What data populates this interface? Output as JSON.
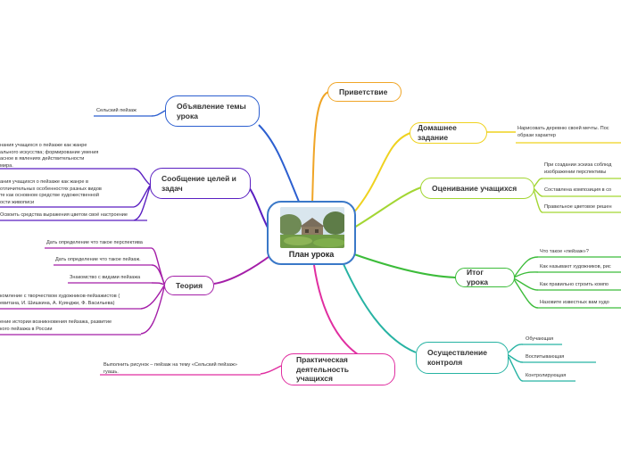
{
  "center": {
    "title": "План урока"
  },
  "topics": {
    "greeting": {
      "label": "Приветствие",
      "color": "#f0a526"
    },
    "homework": {
      "label": "Домашнее задание",
      "color": "#efd21f",
      "leaves": [
        "Нарисовать деревню своей мечты. Пос\nобрази характер"
      ]
    },
    "evaluation": {
      "label": "Оценивание учащихся",
      "color": "#a3d633",
      "leaves": [
        "При создании эскиза соблюд\nизображении перспективы",
        "Составлена композиция в со",
        "Правильное цветовое решен"
      ]
    },
    "summary": {
      "label": "Итог урока",
      "color": "#3cbc3a",
      "leaves": [
        "Что такое «пейзаж»?",
        "Как называют художников, рис",
        "Как правильно строить компо",
        "Назовите известных вам худо"
      ]
    },
    "control": {
      "label": "Осуществление контроля",
      "color": "#27b3a3",
      "leaves": [
        "Обучающая",
        "Воспитывающая",
        "Контролирующая"
      ]
    },
    "practice": {
      "label": "Практическая деятельность учащихся",
      "color": "#e02ea0",
      "leaves": [
        "Выполнить рисунок – пейзаж на тему «Сельский пейзаж»\nгуашь."
      ]
    },
    "theory": {
      "label": "Теория",
      "color": "#a41ea8",
      "leaves": [
        "Дать определение что такое перспектива",
        "Дать определение что такое пейзаж.",
        "Знакомство с видами пейзажа",
        "комление с творчеством художников-пейзажистов (\nевитана, И. Шишкина, А. Куинджи, Ф. Васильева)",
        "ение истории возникновения пейзажа, развитие\nкого пейзажа в России"
      ]
    },
    "goals": {
      "label": "Сообщение целей и задач",
      "color": "#5a1fc1",
      "leaves": [
        "нания учащихся о пейзаже как жанре\nального искусства; формирование умения\nасное в явлениях действительности\nмира.",
        "ания учащихся о пейзаже как жанре в\nотличительных особенностях разных видов\nте как основном средстве художественной\nости живописи",
        "Освоить средства выражения цветом своё настроение"
      ]
    },
    "announce": {
      "label": "Объявление темы урока",
      "color": "#2c5fd0",
      "leaves": [
        "Сельский пейзаж"
      ]
    }
  }
}
